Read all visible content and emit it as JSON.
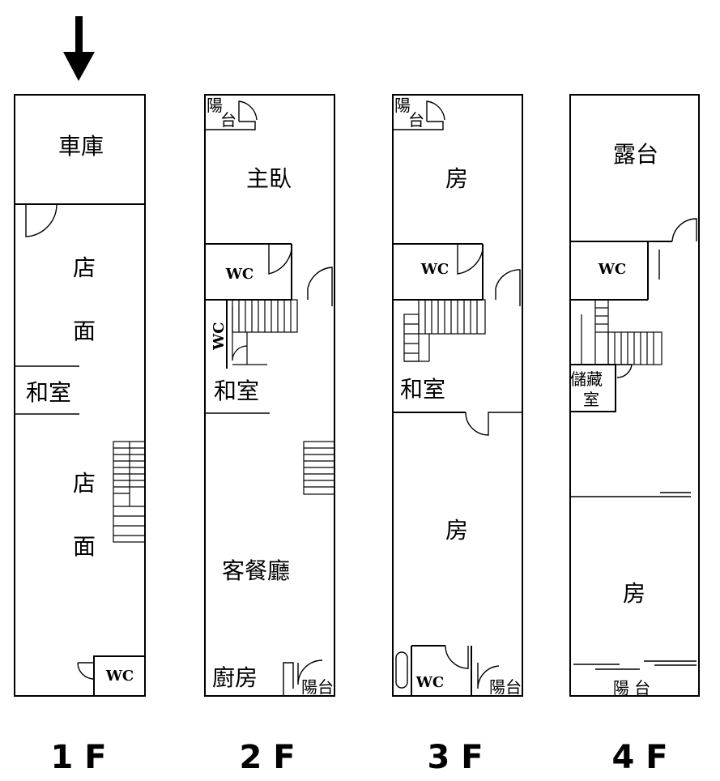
{
  "floors": [
    {
      "floor_label": "1 F",
      "rooms": {
        "garage": "車庫",
        "shop_upper_1": "店",
        "shop_upper_2": "面",
        "tatami": "和室",
        "shop_lower_1": "店",
        "shop_lower_2": "面",
        "wc": "WC"
      }
    },
    {
      "floor_label": "2 F",
      "rooms": {
        "balcony_front_1": "陽",
        "balcony_front_2": "台",
        "master_bedroom": "主臥",
        "wc": "WC",
        "wc_side": "WC",
        "tatami": "和室",
        "living_dining": "客餐廳",
        "kitchen": "廚房",
        "balcony_rear": "陽台"
      }
    },
    {
      "floor_label": "3 F",
      "rooms": {
        "balcony_front_1": "陽",
        "balcony_front_2": "台",
        "bedroom_front": "房",
        "wc": "WC",
        "tatami": "和室",
        "bedroom_rear": "房",
        "wc_rear": "WC",
        "balcony_rear": "陽台"
      }
    },
    {
      "floor_label": "4 F",
      "rooms": {
        "terrace": "露台",
        "wc": "WC",
        "storage_1": "儲藏",
        "storage_2": "室",
        "bedroom": "房",
        "balcony_rear": "陽 台"
      }
    }
  ]
}
